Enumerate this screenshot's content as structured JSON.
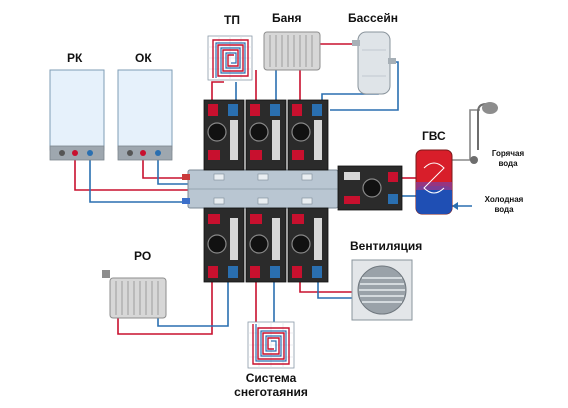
{
  "labels": {
    "rk": "РК",
    "ok": "ОК",
    "tp_top": "ТП",
    "banya": "Баня",
    "basseyn": "Бассейн",
    "gvs": "ГВС",
    "hot_water_1": "Горячая",
    "hot_water_2": "вода",
    "cold_water_1": "Холодная",
    "cold_water_2": "вода",
    "ro": "РО",
    "ventilyatsiya": "Вентиляция",
    "snow_1": "Система",
    "snow_2": "снеготаяния"
  },
  "colors": {
    "hot_pipe": "#c8102e",
    "cold_pipe": "#2a6fb0",
    "boiler_body": "#e6f1fb",
    "module_body": "#2b2b2b",
    "manifold": "#b9c6d2",
    "tank_hot": "#d81e2a",
    "tank_cold": "#1f4fb4"
  },
  "icons": {
    "boiler": "boiler-icon",
    "radiator": "radiator-icon",
    "floor_heating": "floor-heating-coil-icon",
    "pool_heat_exchanger": "heat-exchanger-icon",
    "pump_module": "pump-module-icon",
    "water_heater": "water-heater-tank-icon",
    "shower": "shower-head-icon",
    "fan": "ventilation-fan-icon",
    "snow_melting": "snow-melting-coil-icon"
  }
}
